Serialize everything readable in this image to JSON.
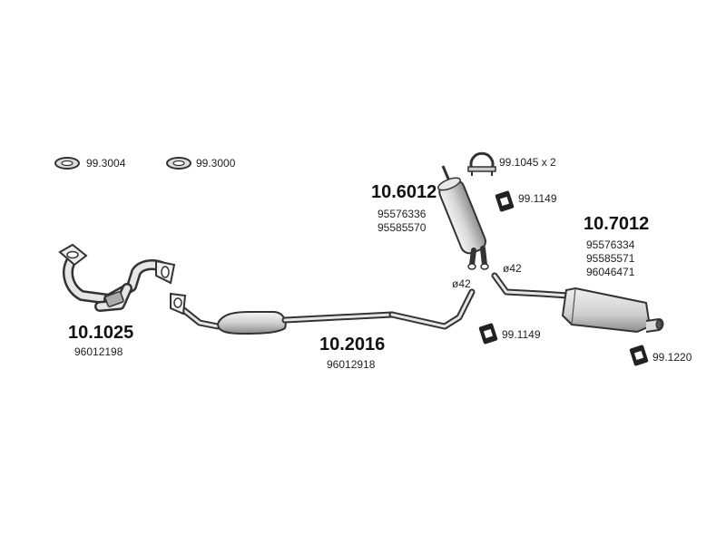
{
  "parts": {
    "gasket_a": {
      "code": "99.3004"
    },
    "gasket_b": {
      "code": "99.3000"
    },
    "clamp": {
      "code": "99.1045 x 2"
    },
    "front_pipe": {
      "part_no": "10.1025",
      "oem": [
        "96012198"
      ]
    },
    "center_pipe": {
      "part_no": "10.2016",
      "oem": [
        "96012918"
      ]
    },
    "mid_silencer": {
      "part_no": "10.6012",
      "oem": [
        "95576336",
        "95585570"
      ]
    },
    "rear_silencer": {
      "part_no": "10.7012",
      "oem": [
        "95576334",
        "95585571",
        "96046471"
      ]
    },
    "hanger_top": {
      "code": "99.1149"
    },
    "hanger_bottom": {
      "code": "99.1149"
    },
    "hanger_rear": {
      "code": "99.1220"
    }
  },
  "diameters": {
    "left": "ø42",
    "right": "ø42"
  },
  "colors": {
    "line": "#333333",
    "fill_light": "#eeeeee",
    "fill_mid": "#cfcfcf",
    "rubber": "#222222"
  }
}
